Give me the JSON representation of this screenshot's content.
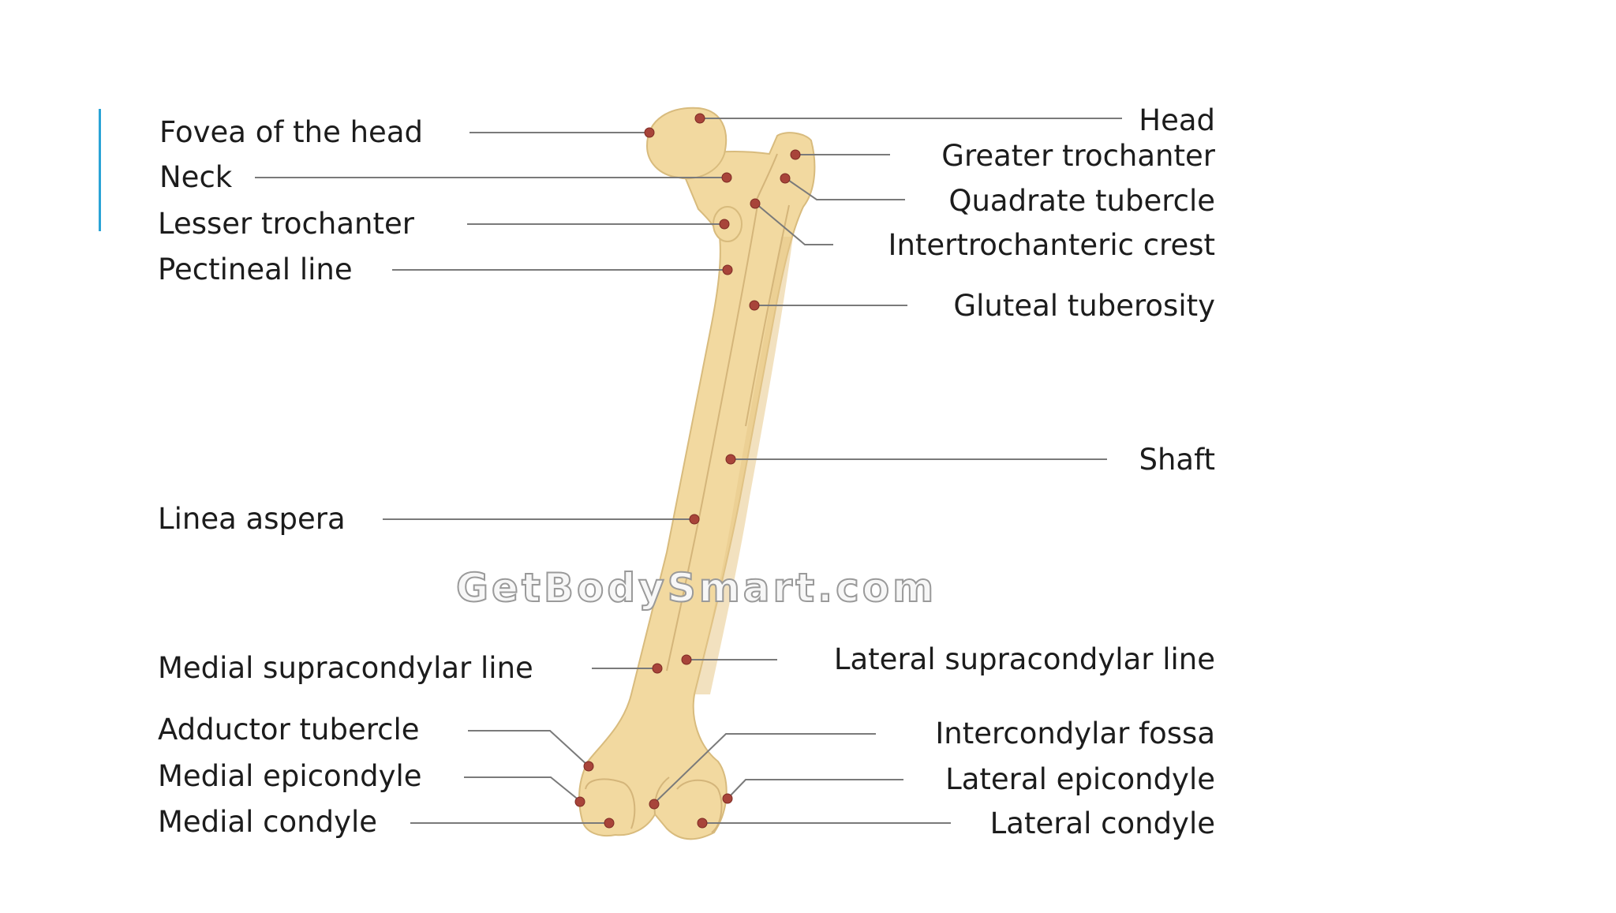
{
  "labels_left": {
    "fovea": "Fovea of the head",
    "neck": "Neck",
    "lesser_trochanter": "Lesser trochanter",
    "pectineal_line": "Pectineal line",
    "linea_aspera": "Linea aspera",
    "medial_supracondylar_line": "Medial supracondylar line",
    "adductor_tubercle": "Adductor tubercle",
    "medial_epicondyle": "Medial epicondyle",
    "medial_condyle": "Medial condyle"
  },
  "labels_right": {
    "head": "Head",
    "greater_trochanter": "Greater trochanter",
    "quadrate_tubercle": "Quadrate tubercle",
    "intertrochanteric_crest": "Intertrochanteric crest",
    "gluteal_tuberosity": "Gluteal tuberosity",
    "shaft": "Shaft",
    "lateral_supracondylar_line": "Lateral supracondylar line",
    "intercondylar_fossa": "Intercondylar fossa",
    "lateral_epicondyle": "Lateral epicondyle",
    "lateral_condyle": "Lateral condyle"
  },
  "watermark": "GetBodySmart.com",
  "colors": {
    "bone": "#f2d9a0",
    "marker": "#a8443a",
    "leader": "#7a7a7a",
    "accent_bar": "#2aa3d6"
  }
}
